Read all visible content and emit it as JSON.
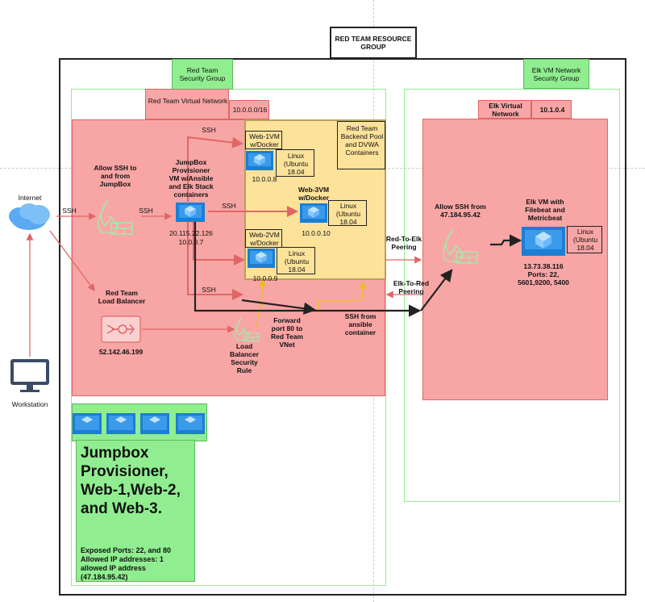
{
  "resource_group": {
    "title": "RED TEAM RESOURCE GROUP"
  },
  "red_nsg": {
    "label": "Red Team Security Group"
  },
  "elk_nsg": {
    "label": "Elk VM Network Security Group"
  },
  "red_vnet": {
    "label": "Red Team Virtual Network",
    "cidr": "10.0.0.0/16"
  },
  "elk_vnet": {
    "label": "Elk Virtual Network",
    "cidr": "10.1.0.4"
  },
  "backend_pool": {
    "label": "Red Team Backend Pool and DVWA Containers"
  },
  "internet": {
    "label": "Internet"
  },
  "workstation": {
    "label": "Workstation"
  },
  "allow_ssh_fw": {
    "label": "Allow SSH to and from JumpBox"
  },
  "jumpbox": {
    "label": "JumpBox Provisioner VM w/Ansible and Elk Stack containers",
    "ip": "20.115.22.126",
    "private_ip": "10.0.0.7"
  },
  "web1": {
    "title": "Web-1VM w/Docker",
    "os": "Linux (Ubuntu 18.04",
    "ip": "10.0.0.8"
  },
  "web2": {
    "title": "Web-2VM w/Docker",
    "os": "Linux (Ubuntu 18.04",
    "ip": "10.0.0.9"
  },
  "web3": {
    "title": "Web-3VM w/Docker",
    "os": "Linux (Ubuntu 18.04",
    "ip": "10.0.0.10"
  },
  "load_balancer": {
    "label": "Red Team Load Balancer",
    "ip": "52.142.46.199"
  },
  "lb_rule": {
    "label": "Load Balancer Security Rule"
  },
  "forward": {
    "label": "Forward port 80 to Red Team VNet"
  },
  "ssh_ansible": {
    "label": "SSH from ansible container"
  },
  "red_to_elk": {
    "label": "Red-To-Elk Peering"
  },
  "elk_to_red": {
    "label": "Elk-To-Red Peering"
  },
  "allow_ssh_elk": {
    "label": "Allow SSH from 47.184.95.42"
  },
  "elk_vm": {
    "title": "Elk VM with Filebeat and Metricbeat",
    "os": "Linux (Ubuntu 18.04",
    "details": "13.73.38.116 Ports: 22, 5601,9200, 5400"
  },
  "ssh_labels": {
    "a": "SSH",
    "b": "SSH",
    "c": "SSH",
    "d": "SSH",
    "e": "SSH"
  },
  "summary": {
    "heading": "Jumpbox Provisioner, Web-1,Web-2, and Web-3.",
    "body": "Exposed Ports: 22, and 80 Allowed IP addresses: 1 allowed IP address (47.184.95.42)"
  },
  "colors": {
    "red_fill": "#f8a5a5",
    "red_border": "#e06666",
    "green": "#90ee90",
    "yellow": "#fde29a",
    "vm_blue": "#1a7fd4"
  }
}
